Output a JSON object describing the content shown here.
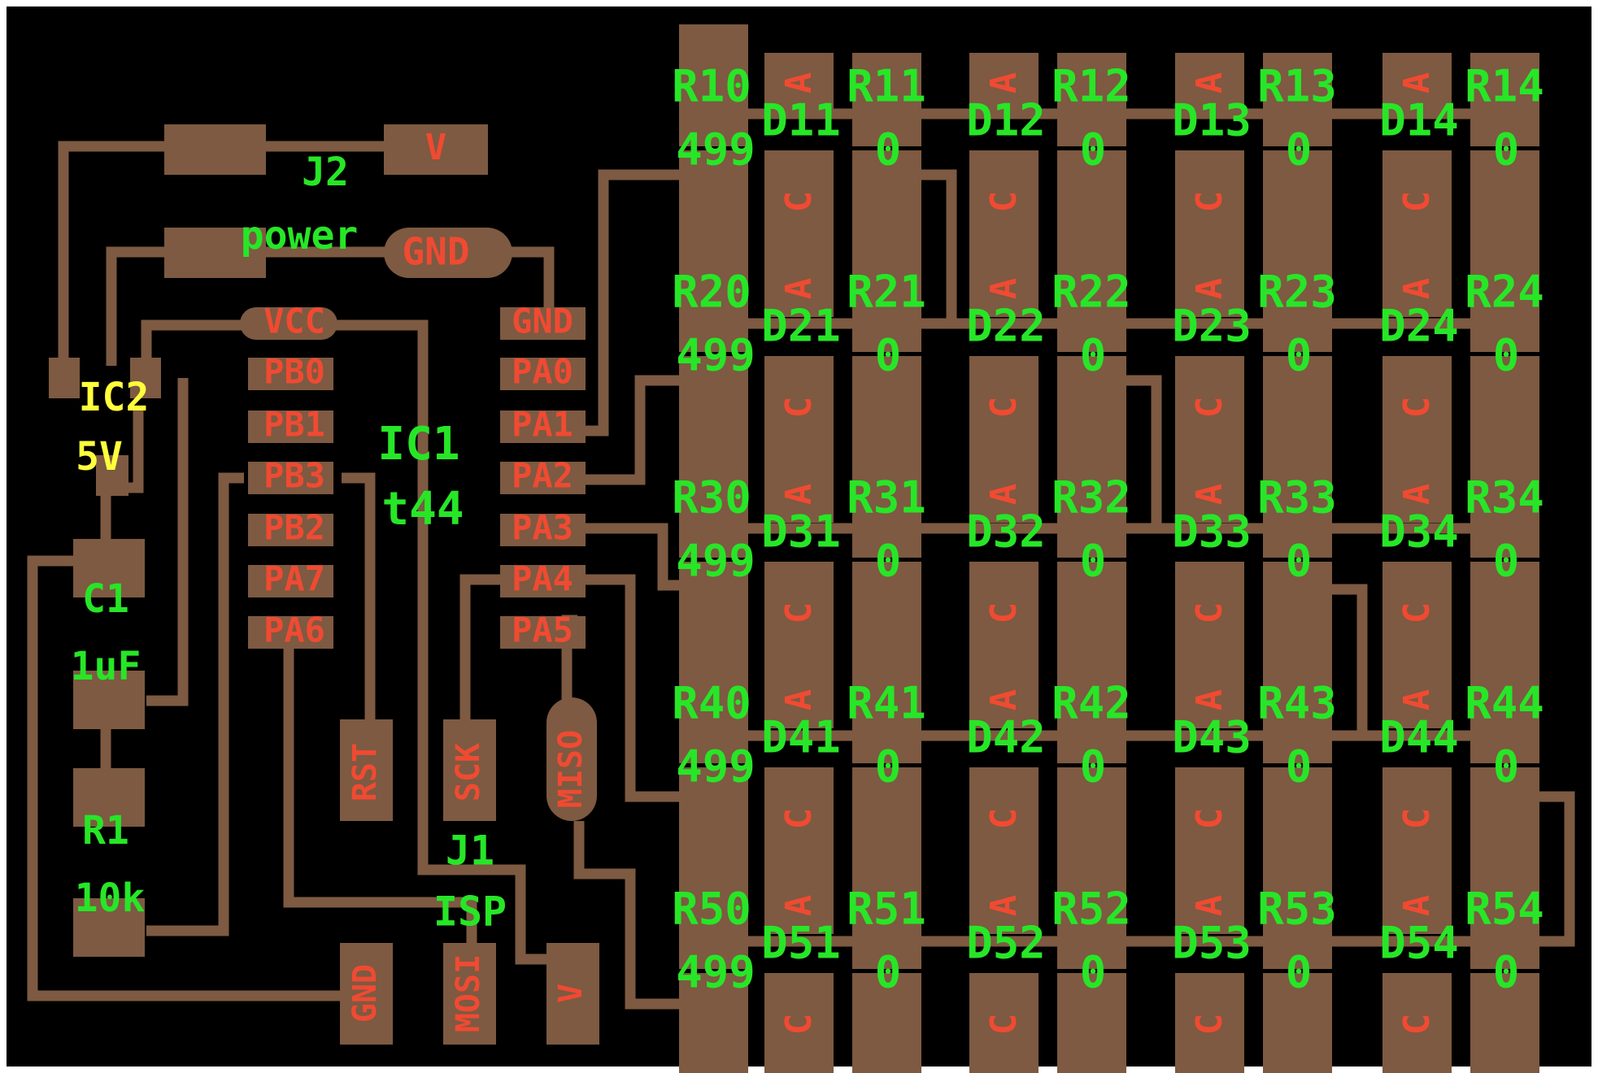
{
  "colors": {
    "board": "#000000",
    "copper": "#7d5a41",
    "label_green": "#27e627",
    "label_red": "#f04a32",
    "label_yellow": "#ffff3c"
  },
  "components": {
    "j2": {
      "ref": "J2",
      "value": "power",
      "pins": [
        "V",
        "GND"
      ]
    },
    "ic2": {
      "ref": "IC2",
      "value": "5V"
    },
    "ic1": {
      "ref": "IC1",
      "value": "t44"
    },
    "c1": {
      "ref": "C1",
      "value": "1uF"
    },
    "r1": {
      "ref": "R1",
      "value": "10k"
    },
    "j1": {
      "ref": "J1",
      "value": "ISP",
      "pins": [
        "RST",
        "SCK",
        "MISO",
        "GND",
        "MOSI",
        "V"
      ]
    }
  },
  "ic1_left_pins": [
    "VCC",
    "PB0",
    "PB1",
    "PB3",
    "PB2",
    "PA7",
    "PA6"
  ],
  "ic1_right_pins": [
    "GND",
    "PA0",
    "PA1",
    "PA2",
    "PA3",
    "PA4",
    "PA5"
  ],
  "pad_anode": "A",
  "pad_cathode": "C",
  "matrix": {
    "row_resistors": [
      "R10",
      "R20",
      "R30",
      "R40",
      "R50"
    ],
    "row_resistor_value": "499",
    "cell_resistor_value": "0",
    "cells": [
      [
        {
          "d": "D11",
          "r": "R11"
        },
        {
          "d": "D12",
          "r": "R12"
        },
        {
          "d": "D13",
          "r": "R13"
        },
        {
          "d": "D14",
          "r": "R14"
        }
      ],
      [
        {
          "d": "D21",
          "r": "R21"
        },
        {
          "d": "D22",
          "r": "R22"
        },
        {
          "d": "D23",
          "r": "R23"
        },
        {
          "d": "D24",
          "r": "R24"
        }
      ],
      [
        {
          "d": "D31",
          "r": "R31"
        },
        {
          "d": "D32",
          "r": "R32"
        },
        {
          "d": "D33",
          "r": "R33"
        },
        {
          "d": "D34",
          "r": "R34"
        }
      ],
      [
        {
          "d": "D41",
          "r": "R41"
        },
        {
          "d": "D42",
          "r": "R42"
        },
        {
          "d": "D43",
          "r": "R43"
        },
        {
          "d": "D44",
          "r": "R44"
        }
      ],
      [
        {
          "d": "D51",
          "r": "R51"
        },
        {
          "d": "D52",
          "r": "R52"
        },
        {
          "d": "D53",
          "r": "R53"
        },
        {
          "d": "D54",
          "r": "R54"
        }
      ]
    ]
  }
}
